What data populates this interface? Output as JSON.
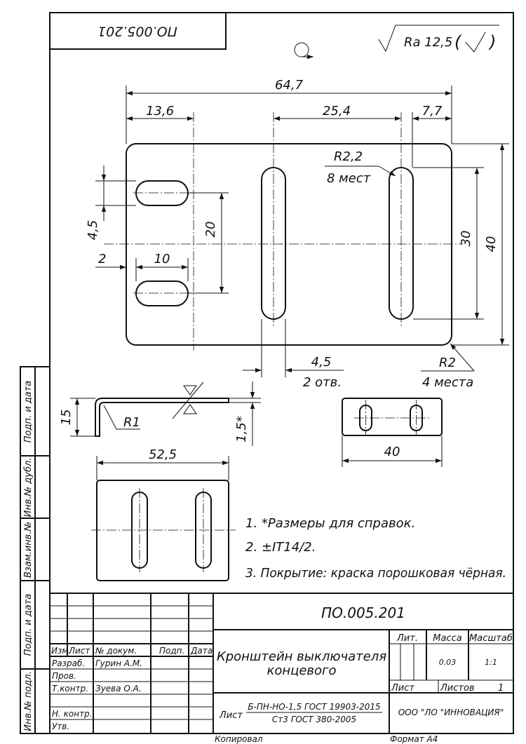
{
  "drawing": {
    "stamp_code_mirrored": "ПО.005.201",
    "roughness": "Ra 12,5",
    "dims": {
      "total_width": "64,7",
      "d_13_6": "13,6",
      "d_25_4": "25,4",
      "d_7_7": "7,7",
      "radius_slot": "R2,2",
      "radius_slot_qty": "8 мест",
      "d_4_5_v": "4,5",
      "d_20": "20",
      "d_2": "2",
      "d_10": "10",
      "d_30": "30",
      "d_40": "40",
      "d_4_5_h": "4,5",
      "d_4_5_h_qty": "2 отв.",
      "radius_corner": "R2",
      "radius_corner_qty": "4 места",
      "side_15": "15",
      "side_r1": "R1",
      "side_1_5": "1,5*",
      "top_40": "40",
      "flat_52_5": "52,5"
    },
    "notes": [
      "1. *Размеры для справок.",
      "2. ±IT14/2.",
      "3. Покрытие: краска порошковая чёрная."
    ]
  },
  "side_labels": [
    "Подп. и дата",
    "Инв.№ дубл.",
    "Взам.инв.№",
    "Подп. и дата",
    "Инв.№ подл."
  ],
  "title_block": {
    "designation": "ПО.005.201",
    "title_line1": "Кронштейн выключателя",
    "title_line2": "концевого",
    "headers": {
      "izm": "Изм.",
      "list": "Лист",
      "doc": "№ докум.",
      "sign": "Подп.",
      "date": "Дата"
    },
    "roles": {
      "razrab": "Разраб.",
      "razrab_name": "Гурин А.М.",
      "prov": "Пров.",
      "tkontr": "Т.контр.",
      "tkontr_name": "Зуева О.А.",
      "nkontr": "Н. контр.",
      "utv": "Утв."
    },
    "lit": "Лит.",
    "mass_label": "Масса",
    "mass": "0.03",
    "scale_label": "Масштаб",
    "scale": "1:1",
    "sheet_label": "Лист",
    "sheets_label": "Листов",
    "sheets": "1",
    "material_prefix": "Лист",
    "material_line1": "Б-ПН-НО-1,5 ГОСТ 19903-2015",
    "material_line2": "Ст3 ГОСТ 380-2005",
    "company": "ООО \"ЛО \"ИННОВАЦИЯ\"",
    "copied": "Копировал",
    "format": "Формат А4"
  }
}
